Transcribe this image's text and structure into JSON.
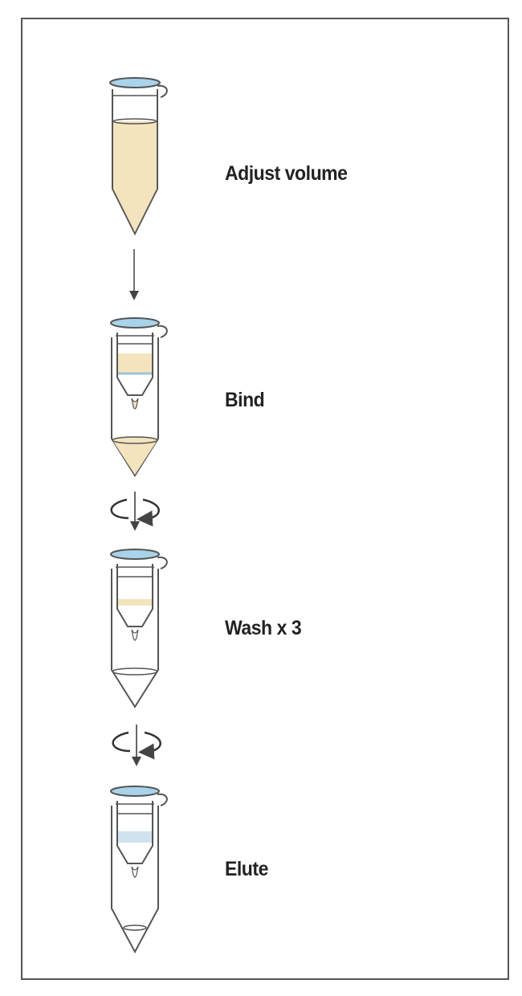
{
  "steps": [
    {
      "label": "Adjust volume"
    },
    {
      "label": "Bind"
    },
    {
      "label": "Wash x 3"
    },
    {
      "label": "Elute"
    }
  ],
  "colors": {
    "sample": "#f3e4bd",
    "cap": "#a9d3ea",
    "wash_buffer": "#cfe3ee",
    "outline": "#555555",
    "frame": "#555555"
  }
}
